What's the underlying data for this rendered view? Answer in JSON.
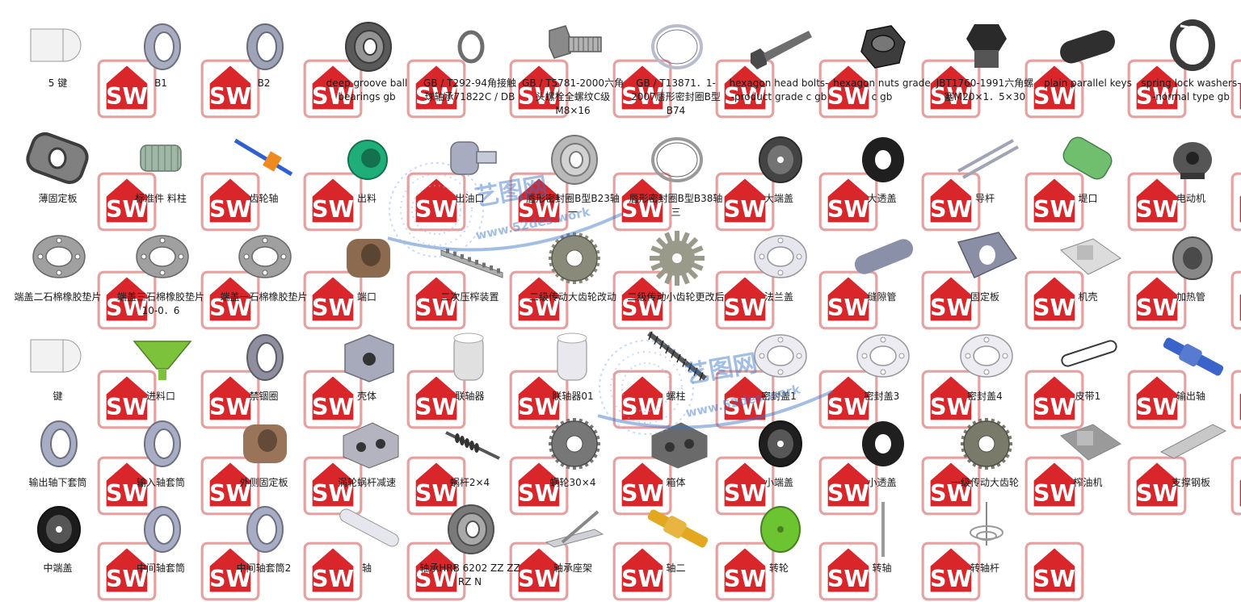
{
  "watermark": {
    "brand": "艺图网",
    "domain": "www.52des.work"
  },
  "badge": {
    "text": "SW",
    "color": "#d9262a"
  },
  "rows": [
    {
      "items": [
        {
          "label": "5 键",
          "icon": "key-block",
          "color": "#f2f2f2"
        },
        {
          "label": "B1",
          "icon": "ring",
          "color": "#a9adc2"
        },
        {
          "label": "B2",
          "icon": "ring",
          "color": "#9ea3b8"
        },
        {
          "label": "deep groove ball bearings gb",
          "icon": "bearing",
          "color": "#5a5a5a"
        },
        {
          "label": "GB / T292-94角接触球轴承71822C / DB",
          "icon": "thin-ring",
          "color": "#6d6d6d"
        },
        {
          "label": "GB / T5781-2000六角头螺栓全螺纹C级M8×16",
          "icon": "bolt",
          "color": "#8a8a8a"
        },
        {
          "label": "GB / T13871．1-2007唇形密封圈B型B74",
          "icon": "seal-ring",
          "color": "#b8bccc"
        },
        {
          "label": "hexagon head bolts--product grade c gb",
          "icon": "long-bolt",
          "color": "#4a4a4a"
        },
        {
          "label": "hexagon nuts grade c gb",
          "icon": "hex-nut",
          "color": "#3d3d3d"
        },
        {
          "label": "JBT1760-1991六角螺塞M20×1．5×30",
          "icon": "plug",
          "color": "#2a2a2a"
        },
        {
          "label": "plain parallel keys",
          "icon": "flat-key",
          "color": "#2f2f2f"
        },
        {
          "label": "spring lock washers--normal type gb",
          "icon": "spring-washer",
          "color": "#3a3a3a"
        }
      ]
    },
    {
      "items": [
        {
          "label": "薄固定板",
          "icon": "flange-plate",
          "color": "#3c3c3c"
        },
        {
          "label": "标准件 料柱",
          "icon": "cylinder-ribbed",
          "color": "#9fb8a6"
        },
        {
          "label": "齿轮轴",
          "icon": "gear-shaft",
          "color": "#2f5fd0"
        },
        {
          "label": "出料",
          "icon": "green-cylinder",
          "color": "#1fae7a"
        },
        {
          "label": "出油口",
          "icon": "fitting",
          "color": "#a8acc0"
        },
        {
          "label": "唇形密封圈B型B23轴一",
          "icon": "bearing-light",
          "color": "#b9b9b9"
        },
        {
          "label": "唇形密封圈B型B38轴三",
          "icon": "seal-ring",
          "color": "#9a9a9a"
        },
        {
          "label": "大端盖",
          "icon": "cap",
          "color": "#444444"
        },
        {
          "label": "大透盖",
          "icon": "cap-open",
          "color": "#1f1f1f"
        },
        {
          "label": "导杆",
          "icon": "rods",
          "color": "#a0a4b4"
        },
        {
          "label": "堤口",
          "icon": "green-tube",
          "color": "#6fbf6f"
        },
        {
          "label": "电动机",
          "icon": "motor",
          "color": "#555555"
        }
      ]
    },
    {
      "items": [
        {
          "label": "端盖二石棉橡胶垫片",
          "icon": "gasket",
          "color": "#a0a0a0"
        },
        {
          "label": "端盖三石棉橡胶垫片10-0．6",
          "icon": "gasket",
          "color": "#a0a0a0"
        },
        {
          "label": "端盖一石棉橡胶垫片",
          "icon": "gasket",
          "color": "#a0a0a0"
        },
        {
          "label": "端口",
          "icon": "brown-flange",
          "color": "#8b6a4f"
        },
        {
          "label": "二次压榨装置",
          "icon": "press",
          "color": "#b0b0b0"
        },
        {
          "label": "二级传动大齿轮改动",
          "icon": "gear",
          "color": "#8a8a7a"
        },
        {
          "label": "二级传动小齿轮更改后",
          "icon": "pinion",
          "color": "#9a9a8a"
        },
        {
          "label": "法兰盖",
          "icon": "flange-disc",
          "color": "#e6e6ee"
        },
        {
          "label": "缝隙管",
          "icon": "slot-tube",
          "color": "#8a90a8"
        },
        {
          "label": "固定板",
          "icon": "housing",
          "color": "#8a8fa6"
        },
        {
          "label": "机壳",
          "icon": "shell",
          "color": "#dcdcdc"
        },
        {
          "label": "加热管",
          "icon": "heat-tube",
          "color": "#4a4a4a"
        }
      ]
    },
    {
      "items": [
        {
          "label": "键",
          "icon": "key-block",
          "color": "#f2f2f2"
        },
        {
          "label": "进料口",
          "icon": "hopper",
          "color": "#7cc23a"
        },
        {
          "label": "禁锢圈",
          "icon": "ring",
          "color": "#8e8e9e"
        },
        {
          "label": "壳体",
          "icon": "box",
          "color": "#a6aabb"
        },
        {
          "label": "联轴器",
          "icon": "coupling",
          "color": "#e0e0e0"
        },
        {
          "label": "联轴器01",
          "icon": "coupling-open",
          "color": "#e8e8ee"
        },
        {
          "label": "螺柱",
          "icon": "screw",
          "color": "#555555"
        },
        {
          "label": "密封盖1",
          "icon": "disc-holes",
          "color": "#ececf2"
        },
        {
          "label": "密封盖3",
          "icon": "disc-holes",
          "color": "#ececf2"
        },
        {
          "label": "密封盖4",
          "icon": "disc-holes",
          "color": "#ececf2"
        },
        {
          "label": "皮带1",
          "icon": "belt",
          "color": "#3a3a3a"
        },
        {
          "label": "输出轴",
          "icon": "shaft-blue",
          "color": "#3a64c9"
        }
      ]
    },
    {
      "items": [
        {
          "label": "输出轴下套筒",
          "icon": "sleeve",
          "color": "#a8acc4"
        },
        {
          "label": "输入轴套筒",
          "icon": "sleeve",
          "color": "#a8acc4"
        },
        {
          "label": "外侧固定板",
          "icon": "brown-block",
          "color": "#9a7458"
        },
        {
          "label": "涡轮蜗杆减速",
          "icon": "reducer",
          "color": "#b4b4c0"
        },
        {
          "label": "蜗杆2×4",
          "icon": "worm",
          "color": "#555555"
        },
        {
          "label": "蜗轮30×4",
          "icon": "worm-gear",
          "color": "#777777"
        },
        {
          "label": "箱体",
          "icon": "gearbox",
          "color": "#6a6a6a"
        },
        {
          "label": "小端盖",
          "icon": "cap",
          "color": "#1f1f1f"
        },
        {
          "label": "小透盖",
          "icon": "cap-open",
          "color": "#1f1f1f"
        },
        {
          "label": "一级传动大齿轮",
          "icon": "gear",
          "color": "#7a7a6a"
        },
        {
          "label": "榨油机",
          "icon": "machine",
          "color": "#9a9a9a"
        },
        {
          "label": "支撑钢板",
          "icon": "plate-frame",
          "color": "#c8c8c8"
        }
      ]
    },
    {
      "items": [
        {
          "label": "中端盖",
          "icon": "cap-dark",
          "color": "#1c1c1c"
        },
        {
          "label": "中间轴套筒",
          "icon": "sleeve",
          "color": "#a8acc4"
        },
        {
          "label": "中间轴套筒2",
          "icon": "sleeve",
          "color": "#a8acc4"
        },
        {
          "label": "轴",
          "icon": "plain-shaft",
          "color": "#e6e6ee"
        },
        {
          "label": "轴承HRB 6202 ZZ ZZ RZ N",
          "icon": "bearing-big",
          "color": "#7a7a7a"
        },
        {
          "label": "轴承座架",
          "icon": "bracket",
          "color": "#d0d0d8"
        },
        {
          "label": "轴二",
          "icon": "gold-shaft",
          "color": "#e4a820"
        },
        {
          "label": "转轮",
          "icon": "green-disc",
          "color": "#6cc530"
        },
        {
          "label": "转轴",
          "icon": "thin-rod",
          "color": "#9a9a9a"
        },
        {
          "label": "转轴杆",
          "icon": "rod-spiral",
          "color": "#aaaaaa"
        }
      ]
    }
  ]
}
